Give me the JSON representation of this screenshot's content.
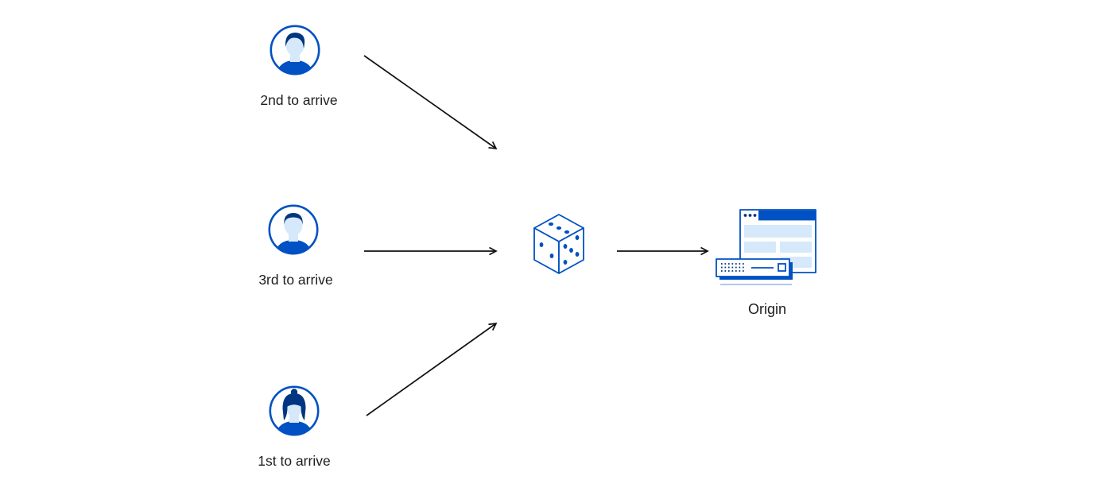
{
  "diagram": {
    "nodes": {
      "visitor_second": {
        "label": "2nd to arrive",
        "icon": "user-avatar-icon"
      },
      "visitor_third": {
        "label": "3rd to arrive",
        "icon": "user-avatar-icon"
      },
      "visitor_first": {
        "label": "1st to arrive",
        "icon": "user-avatar-icon"
      },
      "random_selector": {
        "icon": "dice-icon"
      },
      "origin": {
        "label": "Origin",
        "icon": "origin-server-icon"
      }
    },
    "edges": [
      {
        "from": "visitor_second",
        "to": "random_selector"
      },
      {
        "from": "visitor_third",
        "to": "random_selector"
      },
      {
        "from": "visitor_first",
        "to": "random_selector"
      },
      {
        "from": "random_selector",
        "to": "origin"
      }
    ],
    "colors": {
      "blue": "#0051c3",
      "dark": "#003681",
      "light": "#d6e9fb",
      "ink": "#1d1d1f",
      "arrow": "#111111",
      "white": "#ffffff"
    }
  }
}
